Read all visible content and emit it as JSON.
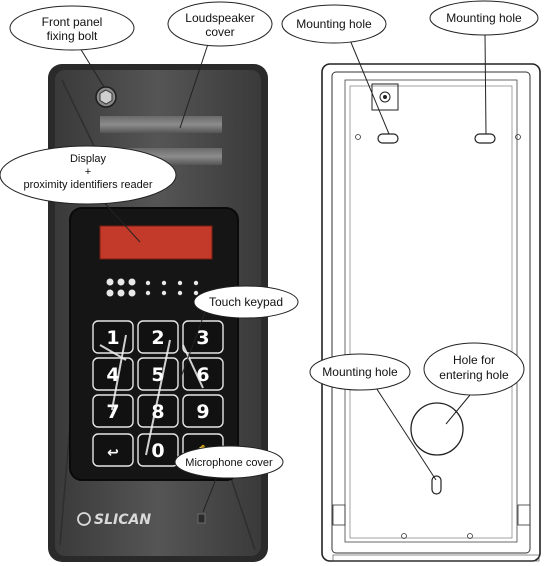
{
  "callouts": {
    "front_panel_bolt": [
      "Front panel",
      "fixing bolt"
    ],
    "loudspeaker_cover": [
      "Loudspeaker",
      "cover"
    ],
    "display_reader": [
      "Display",
      "+",
      "proximity identifiers reader"
    ],
    "touch_keypad": "Touch keypad",
    "microphone_cover": "Microphone cover",
    "mounting_hole_top_left": "Mounting hole",
    "mounting_hole_top_right": "Mounting hole",
    "mounting_hole_bottom": "Mounting hole",
    "hole_for_entering": [
      "Hole for",
      "entering hole"
    ]
  },
  "keypad": {
    "keys": [
      "1",
      "2",
      "3",
      "4",
      "5",
      "6",
      "7",
      "8",
      "9",
      "↩",
      "0",
      "🔔"
    ]
  },
  "brand": "SLICAN",
  "colors": {
    "panel_body": "#4a4a4a",
    "panel_frame": "#2f2f2f",
    "keypad_bg": "#1a1a1a",
    "display": "#c43a2a",
    "callout_fill": "#ffffff",
    "outline": "#222222"
  }
}
